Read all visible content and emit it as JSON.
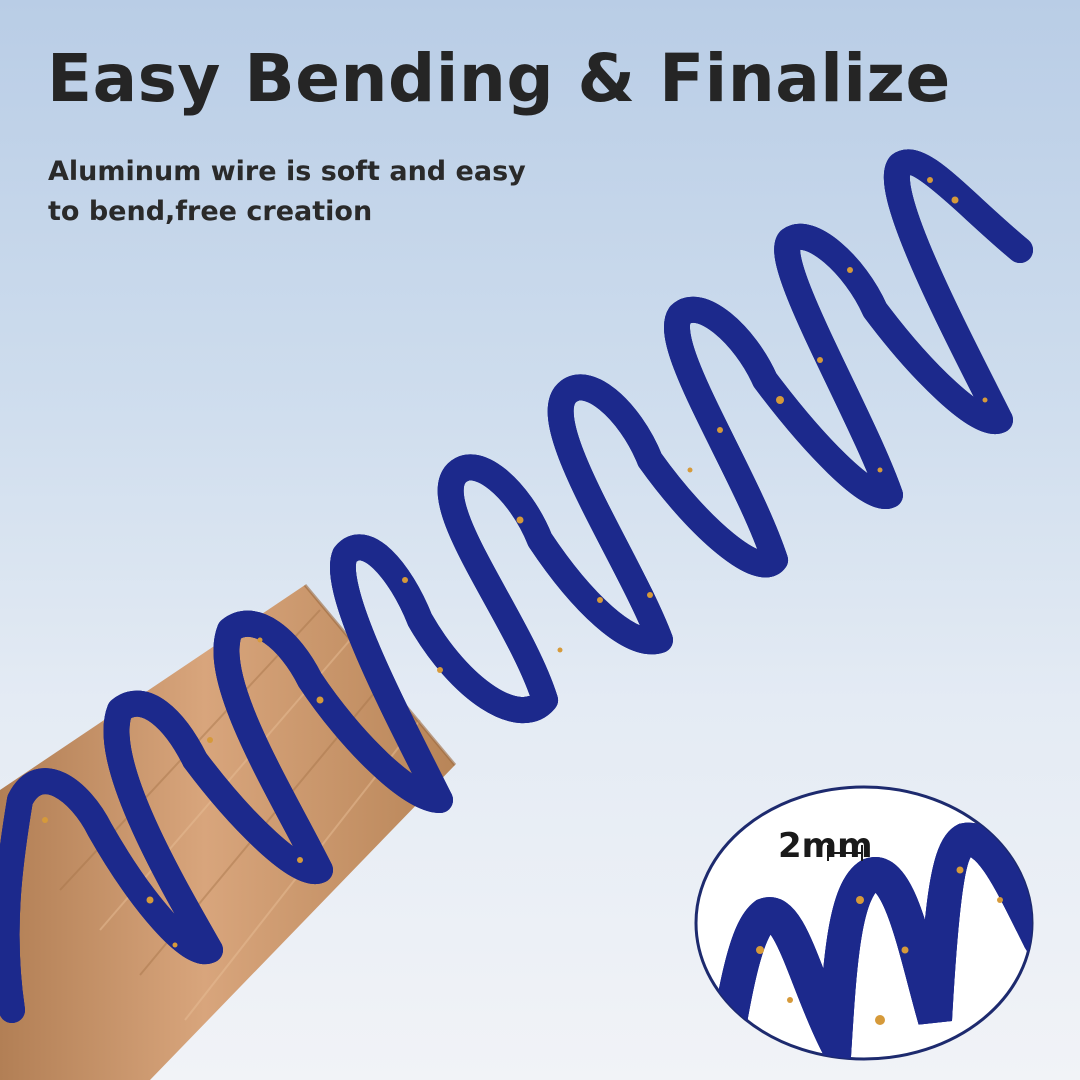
{
  "headline": "Easy Bending & Finalize",
  "subtitle": {
    "line1": "Aluminum wire is soft and easy",
    "line2": "to bend,free creation"
  },
  "product": {
    "wire_color": "#1c2a8c",
    "wire_highlight": "#5a6ad6",
    "fleck_color": "#d69a3a",
    "wood_color": "#c8946b"
  },
  "detail_inset": {
    "dimension_label": "2mm",
    "icon": "dimension-marker-icon"
  }
}
